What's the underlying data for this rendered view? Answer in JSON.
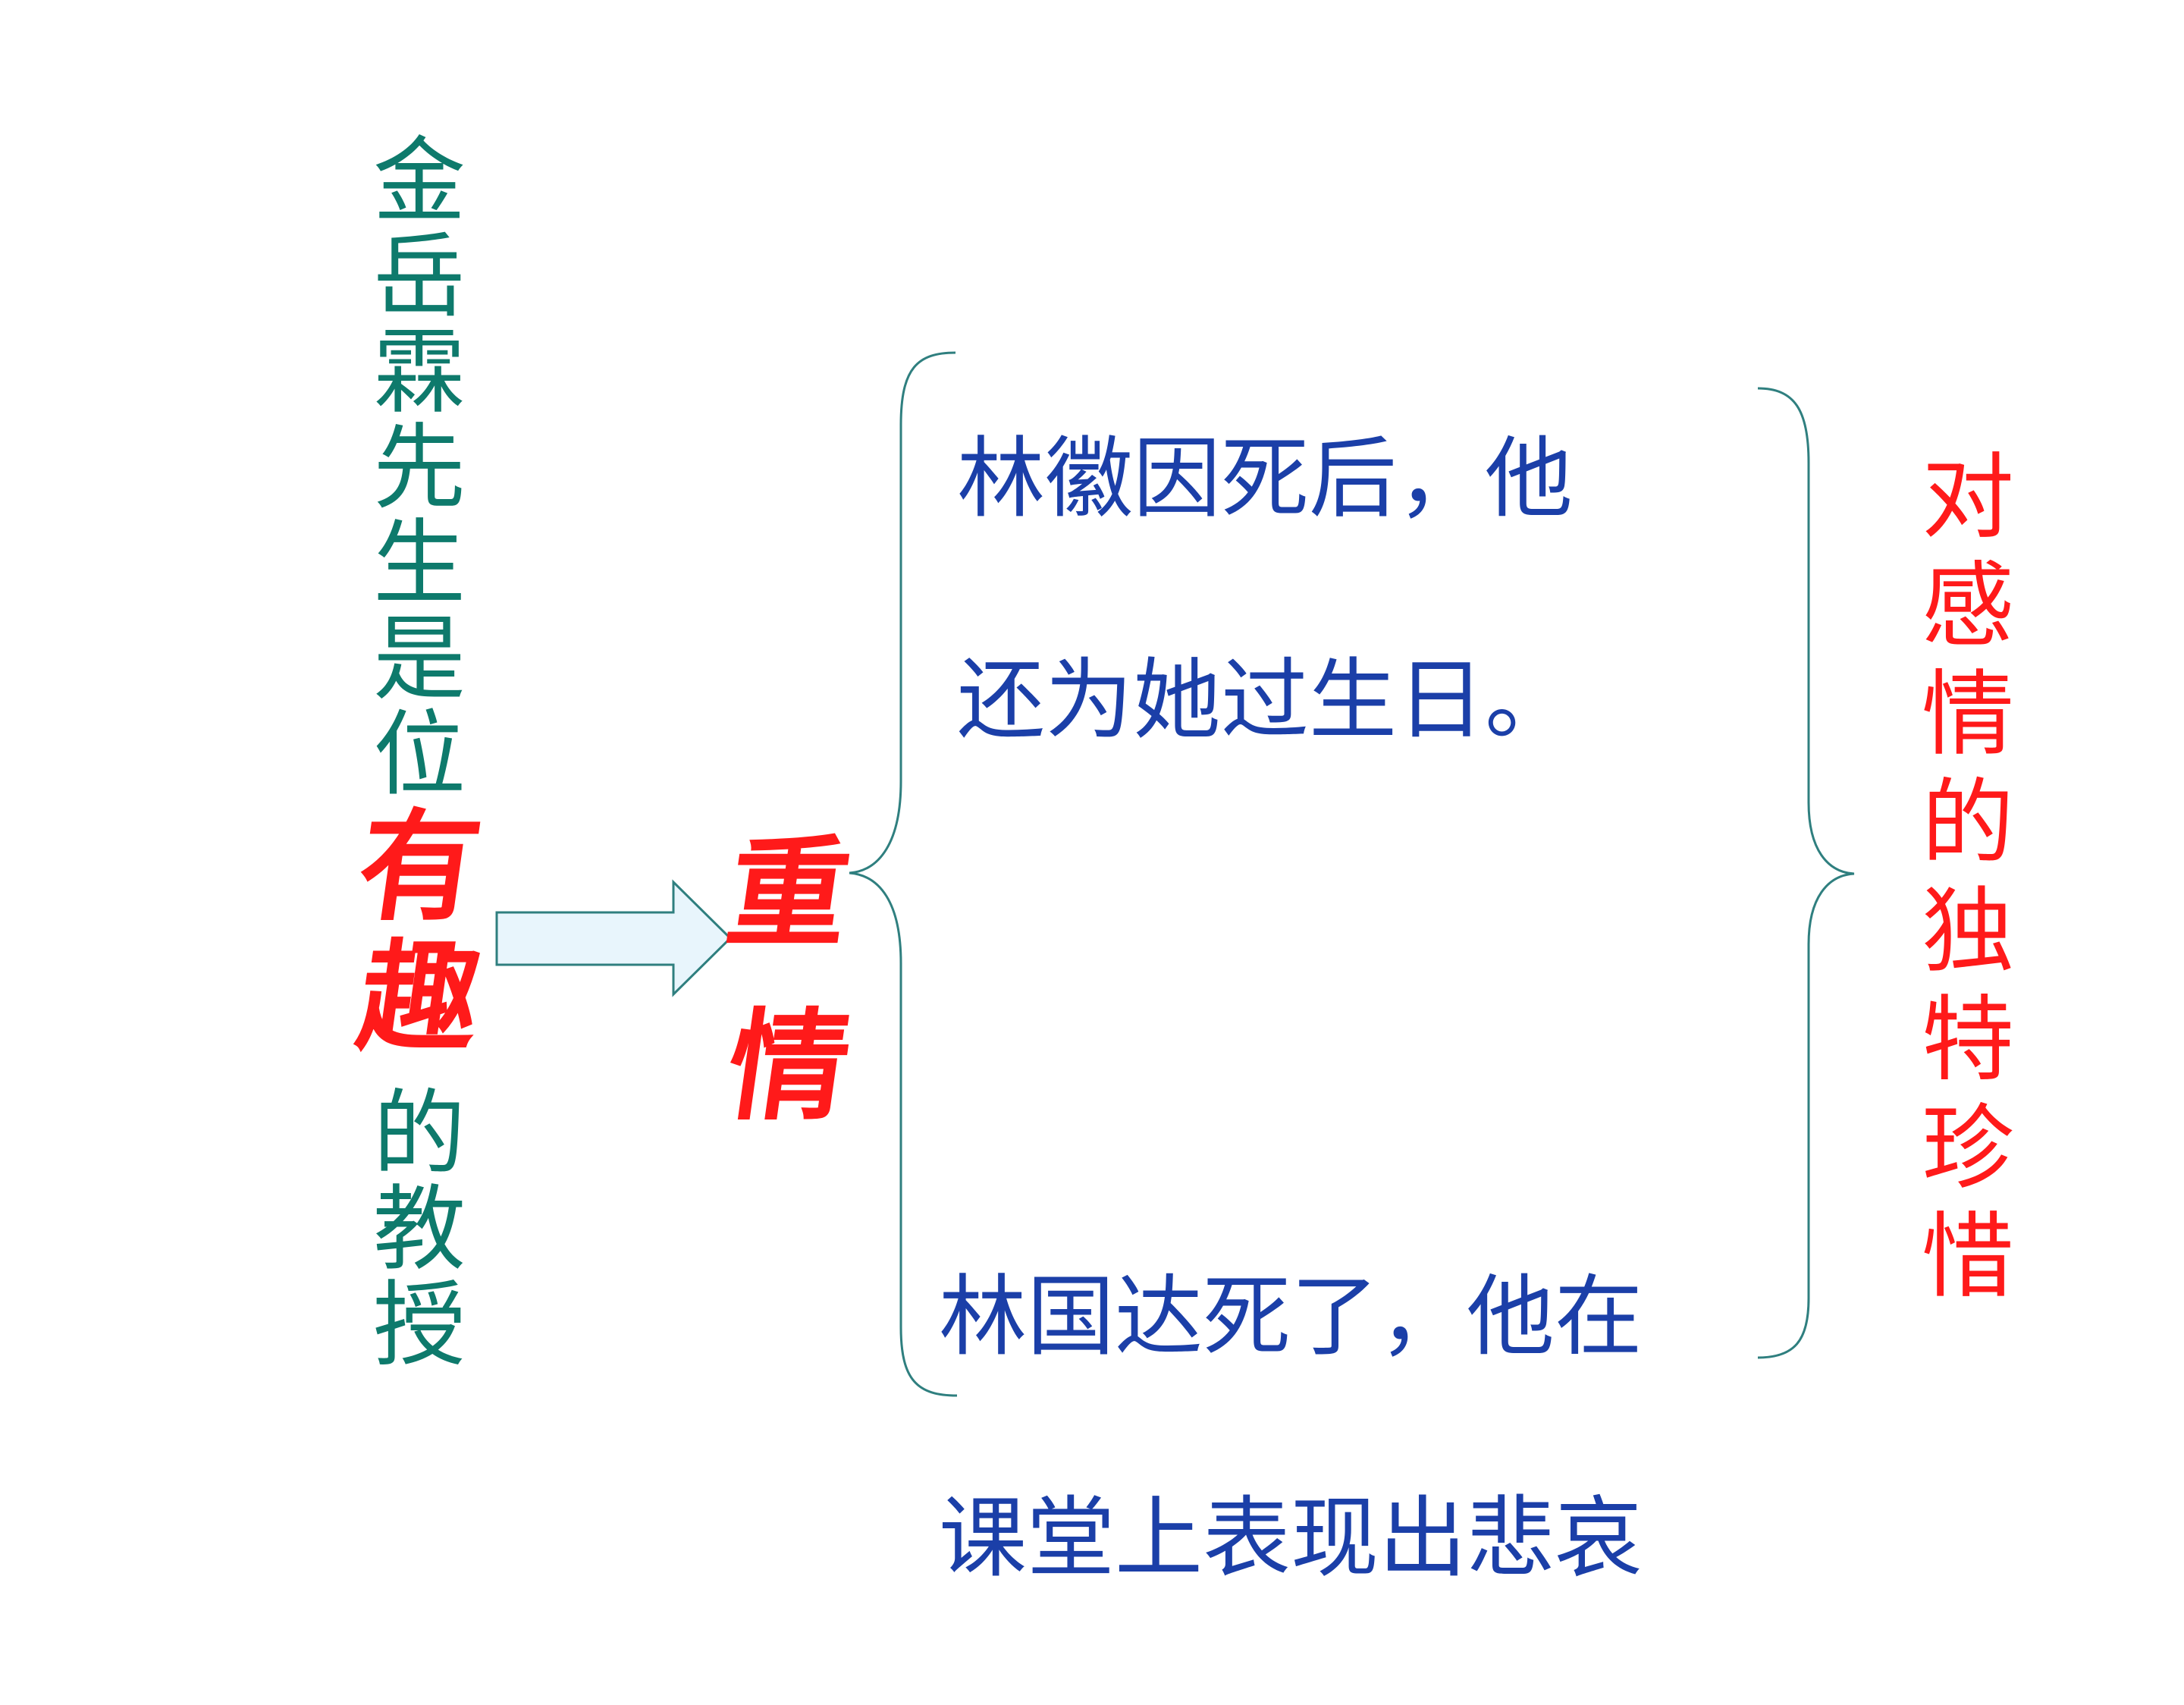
{
  "left_title": {
    "before": [
      "金",
      "岳",
      "霖",
      "先",
      "生",
      "是",
      "位"
    ],
    "emphasis": [
      "有",
      "趣"
    ],
    "after": [
      "的",
      "教",
      "授"
    ]
  },
  "middle_key": {
    "chars": [
      "重",
      "情"
    ]
  },
  "examples": [
    {
      "lines": [
        "林徽因死后，他",
        "还为她过生日。"
      ]
    },
    {
      "lines": [
        "林国达死了，他在",
        "课堂上表现出悲哀"
      ]
    }
  ],
  "right_conclusion": {
    "chars": [
      "对",
      "感",
      "情",
      "的",
      "独",
      "特",
      "珍",
      "惜"
    ]
  },
  "colors": {
    "teal_text": "#0e7a6c",
    "red_emphasis": "#ff1a1a",
    "blue_text": "#1b3fa8",
    "arrow_fill": "#e8f5fc",
    "arrow_stroke": "#2f7f7f",
    "brace_stroke": "#2f7f7f"
  },
  "icons": {
    "arrow": "right-arrow-icon",
    "left_brace": "left-curly-brace",
    "right_brace": "right-curly-brace"
  }
}
